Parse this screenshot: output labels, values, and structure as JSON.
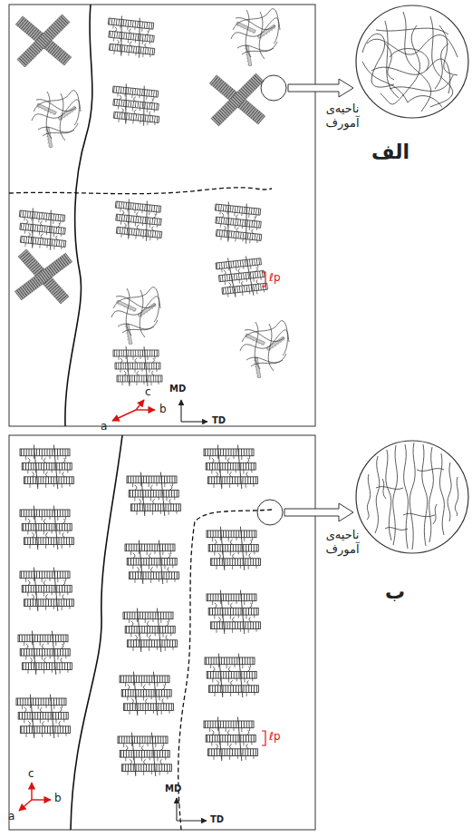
{
  "diagram": {
    "labels": [
      "ناحیه‌ی آمورف",
      "الف",
      "ℓp",
      "c",
      "a",
      "b",
      "MD",
      "TD",
      "ناحیه‌ی آمورف",
      "ب",
      "c",
      "a",
      "b",
      "MD",
      "TD",
      "ℓp"
    ]
  }
}
